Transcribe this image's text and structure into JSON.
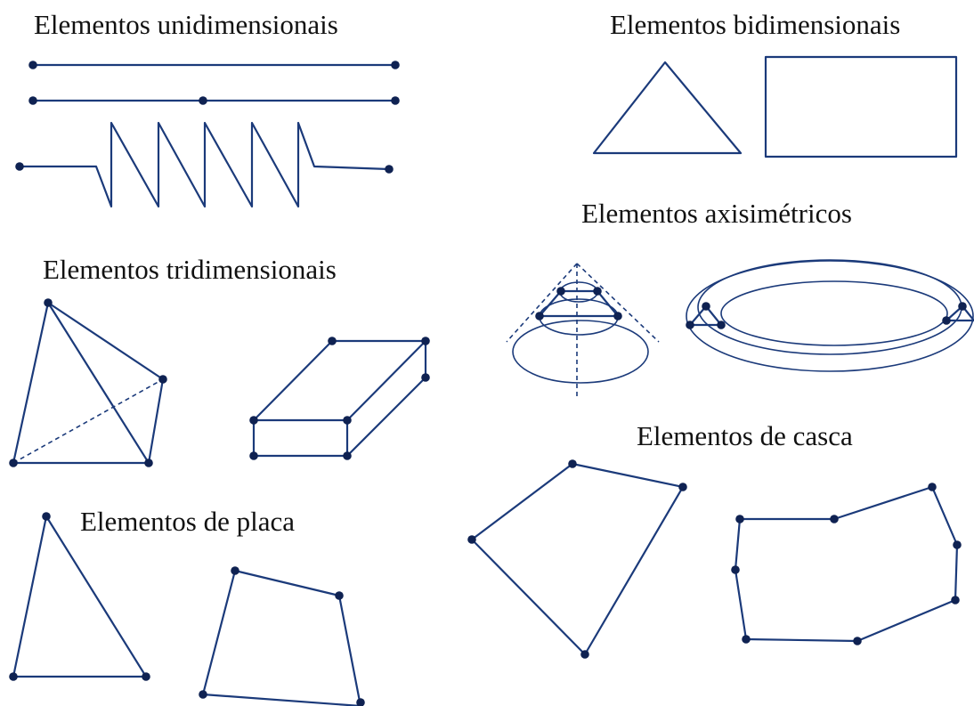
{
  "labels": {
    "uni": "Elementos unidimensionais",
    "bi": "Elementos bidimensionais",
    "tri": "Elementos tridimensionais",
    "axi": "Elementos axisimétricos",
    "placa": "Elementos de placa",
    "casca": "Elementos de casca"
  },
  "colors": {
    "stroke": "#1b3a7a",
    "node": "#0f2252",
    "text": "#111111"
  }
}
